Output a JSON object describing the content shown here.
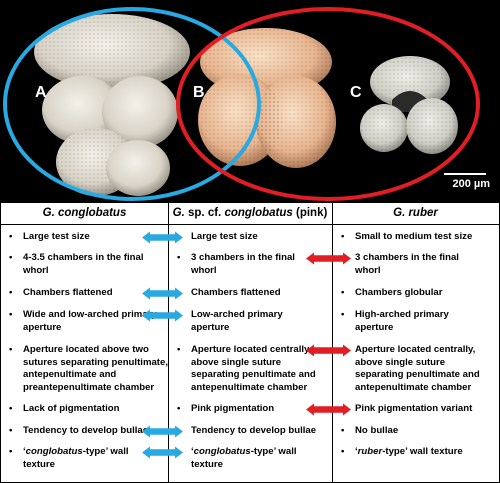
{
  "labels": {
    "a": "A",
    "b": "B",
    "c": "C",
    "scale": "200 µm"
  },
  "colors": {
    "blue": "#29a9e1",
    "red": "#e01e24",
    "black": "#000000"
  },
  "table": {
    "headers": [
      {
        "name": "G. conglobatus",
        "pre": "",
        "ital": "G. conglobatus",
        "post": ""
      },
      {
        "name": "G. sp. cf. conglobatus (pink)",
        "pre": "",
        "ital": "G.",
        "mid": " sp. cf. ",
        "ital2": "conglobatus",
        "post": " (pink)"
      },
      {
        "name": "G. ruber",
        "pre": "",
        "ital": "G. ruber",
        "post": ""
      }
    ],
    "rows": [
      {
        "c1": [
          "Large test size"
        ],
        "c2": [
          "Large test size"
        ],
        "c3": [
          "Small to medium test size"
        ],
        "a12": "blue",
        "a23": ""
      },
      {
        "c1": [
          "4-3.5 chambers in the final",
          "whorl"
        ],
        "c2": [
          "3 chambers in the final",
          "whorl"
        ],
        "c3": [
          "3 chambers in the final",
          "whorl"
        ],
        "a12": "",
        "a23": "red"
      },
      {
        "c1": [
          "Chambers flattened"
        ],
        "c2": [
          "Chambers flattened"
        ],
        "c3": [
          "Chambers globular"
        ],
        "a12": "blue",
        "a23": ""
      },
      {
        "c1": [
          "Wide and low-arched primary",
          "aperture"
        ],
        "c2": [
          "Low-arched primary",
          "aperture"
        ],
        "c3": [
          "High-arched primary",
          "aperture"
        ],
        "a12": "blue",
        "a23": ""
      },
      {
        "c1": [
          "Aperture located above two",
          "sutures separating penultimate,",
          "antepenultimate and",
          "preantepenultimate chamber"
        ],
        "c2": [
          "Aperture located centrally,",
          "above single suture",
          "separating penultimate and",
          "antepenultimate chamber"
        ],
        "c3": [
          "Aperture located centrally,",
          "above single suture",
          "separating penultimate and",
          "antepenultimate chamber"
        ],
        "a12": "",
        "a23": "red"
      },
      {
        "c1": [
          "Lack of pigmentation"
        ],
        "c2": [
          "Pink pigmentation"
        ],
        "c3": [
          "Pink pigmentation variant"
        ],
        "a12": "",
        "a23": "red"
      },
      {
        "c1": [
          "Tendency to develop bullae"
        ],
        "c2": [
          "Tendency to develop bullae"
        ],
        "c3": [
          "No bullae"
        ],
        "a12": "blue",
        "a23": ""
      },
      {
        "c1": [
          "‘conglobatus-type’ wall",
          "texture"
        ],
        "c2": [
          "‘conglobatus-type’ wall",
          "texture"
        ],
        "c3": [
          "‘ruber-type’ wall texture"
        ],
        "a12": "blue",
        "a23": ""
      }
    ],
    "bullet": "•"
  }
}
